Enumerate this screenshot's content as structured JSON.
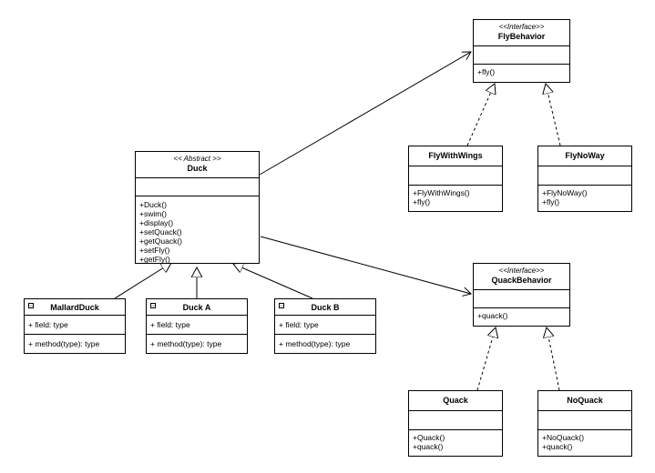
{
  "classes": {
    "fly_behavior": {
      "stereotype": "<<Interface>>",
      "name": "FlyBehavior",
      "operations": [
        "+fly()"
      ]
    },
    "fly_with_wings": {
      "name": "FlyWithWings",
      "operations": [
        "+FlyWithWings()",
        "+fly()"
      ]
    },
    "fly_no_way": {
      "name": "FlyNoWay",
      "operations": [
        "+FlyNoWay()",
        "+fly()"
      ]
    },
    "duck": {
      "stereotype": "<< Abstract >>",
      "name": "Duck",
      "operations": [
        "+Duck()",
        "+swim()",
        "+display()",
        "+setQuack()",
        "+getQuack()",
        "+setFly()",
        "+getFly()"
      ]
    },
    "quack_behavior": {
      "stereotype": "<<Interface>>",
      "name": "QuackBehavior",
      "operations": [
        "+quack()"
      ]
    },
    "mallard_duck": {
      "name": "MallardDuck",
      "field": "+ field: type",
      "method": "+ method(type): type"
    },
    "duck_a": {
      "name": "Duck A",
      "field": "+ field: type",
      "method": "+ method(type): type"
    },
    "duck_b": {
      "name": "Duck B",
      "field": "+ field: type",
      "method": "+ method(type): type"
    },
    "quack": {
      "name": "Quack",
      "operations": [
        "+Quack()",
        "+quack()"
      ]
    },
    "no_quack": {
      "name": "NoQuack",
      "operations": [
        "+NoQuack()",
        "+quack()"
      ]
    }
  },
  "line_color": "#000000"
}
